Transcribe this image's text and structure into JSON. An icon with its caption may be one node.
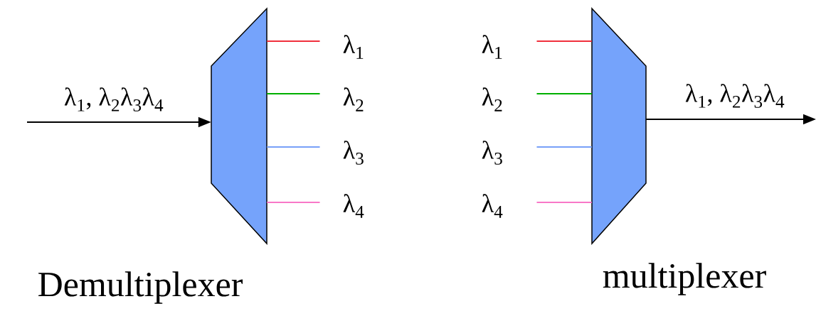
{
  "diagram": {
    "nodes": [
      {
        "text": [],
        "shape": "trapezoid",
        "beside": [
          "Demultiplexer"
        ]
      },
      {
        "text": [
          "λ$_{1}$"
        ]
      },
      {
        "text": [
          "λ$_{2}$"
        ]
      },
      {
        "text": [
          "λ$_{3}$"
        ]
      },
      {
        "text": [
          "λ$_{4}$"
        ]
      },
      {
        "text": [
          "λ$_{1}$"
        ]
      },
      {
        "text": [
          "λ$_{2}$"
        ]
      },
      {
        "text": [
          "λ$_{3}$"
        ]
      },
      {
        "text": [
          "λ$_{4}$"
        ]
      },
      {
        "text": [],
        "shape": "trapezoid",
        "beside": [
          "multiplexer"
        ]
      }
    ],
    "edges": [
      {
        "from": null,
        "to": 0,
        "arrow": "to",
        "label": "λ$_{1}$, λ$_{2}$λ$_{3}$λ$_{4}$"
      },
      {
        "from": 0,
        "to": 1,
        "arrow": "none",
        "color": "#f0303c"
      },
      {
        "from": 0,
        "to": 2,
        "arrow": "none",
        "color": "#00b000"
      },
      {
        "from": 0,
        "to": 3,
        "arrow": "none",
        "color": "#78a0f8"
      },
      {
        "from": 0,
        "to": 4,
        "arrow": "none",
        "color": "#f878c8"
      },
      {
        "from": 5,
        "to": 9,
        "arrow": "none",
        "color": "#f0303c"
      },
      {
        "from": 6,
        "to": 9,
        "arrow": "none",
        "color": "#00b000"
      },
      {
        "from": 7,
        "to": 9,
        "arrow": "none",
        "color": "#78a0f8"
      },
      {
        "from": 8,
        "to": 9,
        "arrow": "none",
        "color": "#f878c8"
      },
      {
        "from": 9,
        "to": null,
        "arrow": "to",
        "label": "λ$_{1}$, λ$_{2}$λ$_{3}$λ$_{4}$"
      }
    ]
  }
}
